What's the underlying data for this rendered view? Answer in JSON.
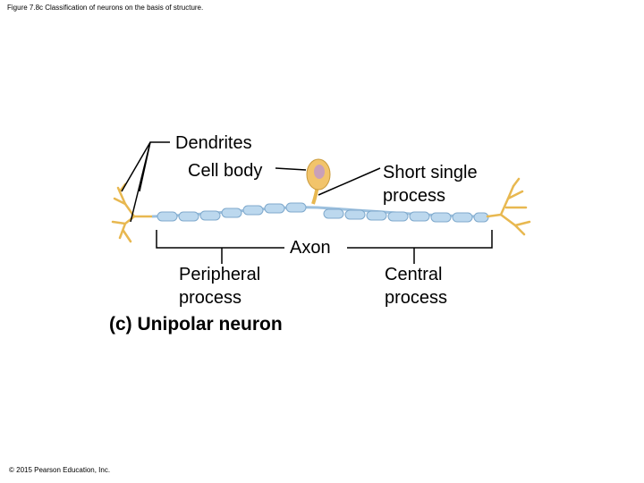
{
  "figure": {
    "caption": "Figure 7.8c Classification of neurons on the basis of structure.",
    "copyright": "© 2015 Pearson Education, Inc."
  },
  "labels": {
    "dendrites": "Dendrites",
    "cell_body": "Cell body",
    "short_single_process_line1": "Short single",
    "short_single_process_line2": "process",
    "axon": "Axon",
    "peripheral_process_line1": "Peripheral",
    "peripheral_process_line2": "process",
    "central_process_line1": "Central",
    "central_process_line2": "process",
    "title": "(c) Unipolar neuron"
  },
  "colors": {
    "myelin": "#bcd8ee",
    "myelin_stroke": "#7fa9cc",
    "cell_body": "#f2c46b",
    "nucleus": "#c9a0b8",
    "dendrite": "#f0c060",
    "line": "#000000"
  }
}
